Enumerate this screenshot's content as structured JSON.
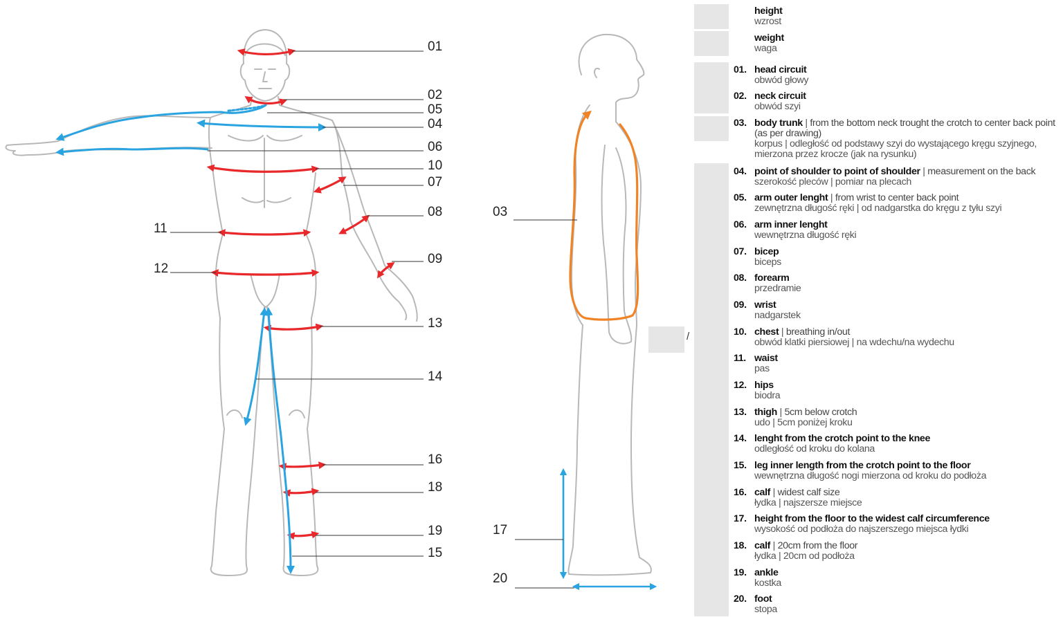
{
  "colors": {
    "outline": "#b8b8b8",
    "red": "#e8282a",
    "blue": "#2aa4e0",
    "orange": "#f08326",
    "box": "#e6e6e6"
  },
  "callouts": {
    "front": [
      "01",
      "02",
      "05",
      "04",
      "06",
      "10",
      "07",
      "08",
      "11",
      "12",
      "09",
      "13",
      "14",
      "16",
      "18",
      "19",
      "15"
    ],
    "side": [
      "03",
      "17",
      "20"
    ]
  },
  "header_rows": [
    {
      "en": "height",
      "pl": "wzrost"
    },
    {
      "en": "weight",
      "pl": "waga"
    }
  ],
  "rows": [
    {
      "n": "01.",
      "en": "head circuit",
      "pl": "obwód głowy"
    },
    {
      "n": "02.",
      "en": "neck circuit",
      "pl": "obwód szyi"
    },
    {
      "n": "03.",
      "en": "body trunk",
      "sep": " | ",
      "ex": "from the bottom neck trought the crotch to center back point (as per drawing)",
      "pl": "korpus | odległość od podstawy szyi do wystającego kręgu szyjnego, mierzona przez krocze (jak na rysunku)"
    },
    {
      "n": "04.",
      "en": "point of shoulder to point of shoulder",
      "sep": " | ",
      "ex": "measurement on the back",
      "pl": "szerokość pleców | pomiar na plecach"
    },
    {
      "n": "05.",
      "en": "arm outer lenght",
      "sep": " | ",
      "ex": "from wrist to center back point",
      "pl": "zewnętrzna długość ręki | od nadgarstka do kręgu z tyłu szyi"
    },
    {
      "n": "06.",
      "en": "arm inner lenght",
      "pl": "wewnętrzna długość ręki"
    },
    {
      "n": "07.",
      "en": "bicep",
      "pl": "biceps"
    },
    {
      "n": "08.",
      "en": "forearm",
      "pl": "przedramie"
    },
    {
      "n": "09.",
      "en": "wrist",
      "pl": "nadgarstek"
    },
    {
      "n": "10.",
      "en": "chest",
      "sep": " | ",
      "ex": "breathing in/out",
      "pl": "obwód klatki piersiowej | na wdechu/na wydechu"
    },
    {
      "n": "11.",
      "en": "waist",
      "pl": "pas"
    },
    {
      "n": "12.",
      "en": "hips",
      "pl": "biodra"
    },
    {
      "n": "13.",
      "en": "thigh",
      "sep": " | ",
      "ex": "5cm below crotch",
      "pl": "udo | 5cm poniżej kroku"
    },
    {
      "n": "14.",
      "en": "lenght from the crotch point to the knee",
      "pl": "odległość od kroku do kolana"
    },
    {
      "n": "15.",
      "en": "leg inner length from the crotch point to the floor",
      "pl": "wewnętrzna długość nogi mierzona od kroku do podłoża"
    },
    {
      "n": "16.",
      "en": "calf",
      "sep": " | ",
      "ex": "widest calf size",
      "pl": "łydka | najszersze miejsce"
    },
    {
      "n": "17.",
      "en": "height from the floor to the widest calf circumference",
      "pl": "wysokość od podłoża do najszerszego miejsca łydki"
    },
    {
      "n": "18.",
      "en": "calf",
      "sep": " | ",
      "ex": "20cm from the floor",
      "pl": "łydka | 20cm od podłoża"
    },
    {
      "n": "19.",
      "en": "ankle",
      "pl": "kostka"
    },
    {
      "n": "20.",
      "en": "foot",
      "pl": "stopa"
    }
  ],
  "slash": "/"
}
